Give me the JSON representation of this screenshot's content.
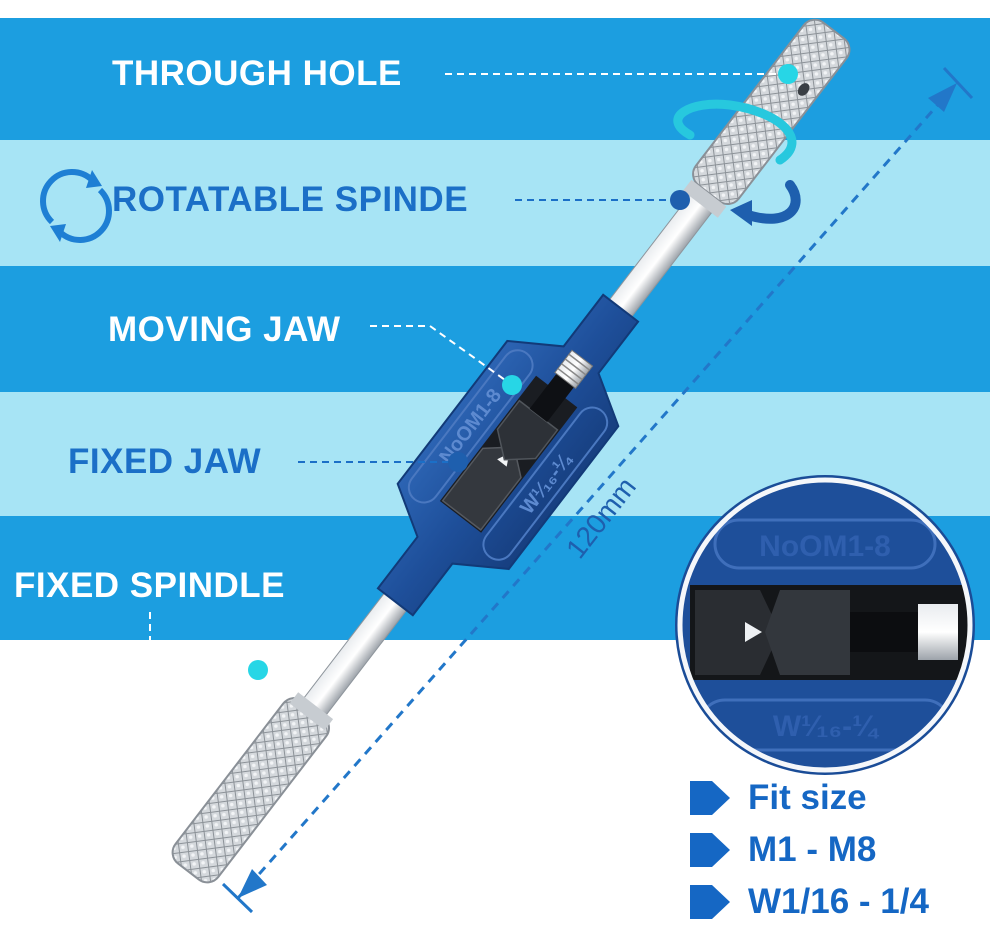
{
  "callouts": {
    "through_hole": "THROUGH HOLE",
    "rotatable_spindle": "ROTATABLE SPINDE",
    "moving_jaw": "MOVING JAW",
    "fixed_jaw": "FIXED JAW",
    "fixed_spindle": "FIXED SPINDLE"
  },
  "dimension": "120mm",
  "handle_markings": {
    "top": "NoOM1-8",
    "bottom": "W¹⁄₁₆-¼"
  },
  "fit_list": [
    "Fit size",
    "M1 - M8",
    "W1/16 - 1/4"
  ],
  "colors": {
    "band_dark": "#1c9ee0",
    "band_light": "#a7e4f5",
    "handle_blue": "#1e4f9a",
    "accent_cyan": "#27d6e6",
    "text_blue": "#1567c4"
  },
  "icons": [
    "rotate-arrows-icon",
    "rotation-arrow-icon",
    "triangle-bullet-icon"
  ]
}
